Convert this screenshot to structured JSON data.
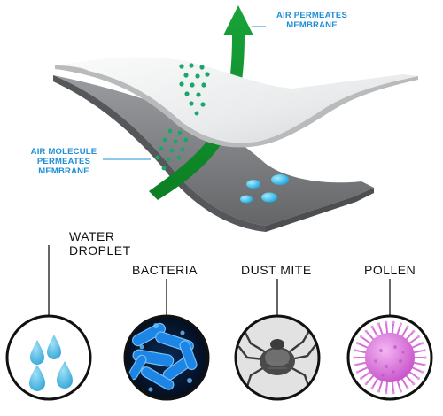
{
  "callouts": {
    "air_molecule": [
      "AIR MOLECULE",
      "PERMEATES",
      "MEMBRANE"
    ],
    "air_permeates": [
      "AIR PERMEATES",
      "MEMBRANE"
    ]
  },
  "items": {
    "water_droplet": [
      "WATER",
      "DROPLET"
    ],
    "bacteria": "BACTERIA",
    "dust_mite": "DUST MITE",
    "pollen": "POLLEN"
  },
  "colors": {
    "callout_text": "#1f8fd6",
    "arrow_green": "#129a2e",
    "molecule_green": "#17a86a",
    "water_blue": "#38b6e8",
    "membrane_dark": "#808285",
    "membrane_light": "#eceeef",
    "bacteria_blue": "#1e8cf0",
    "pollen_pink": "#d66fd9"
  }
}
